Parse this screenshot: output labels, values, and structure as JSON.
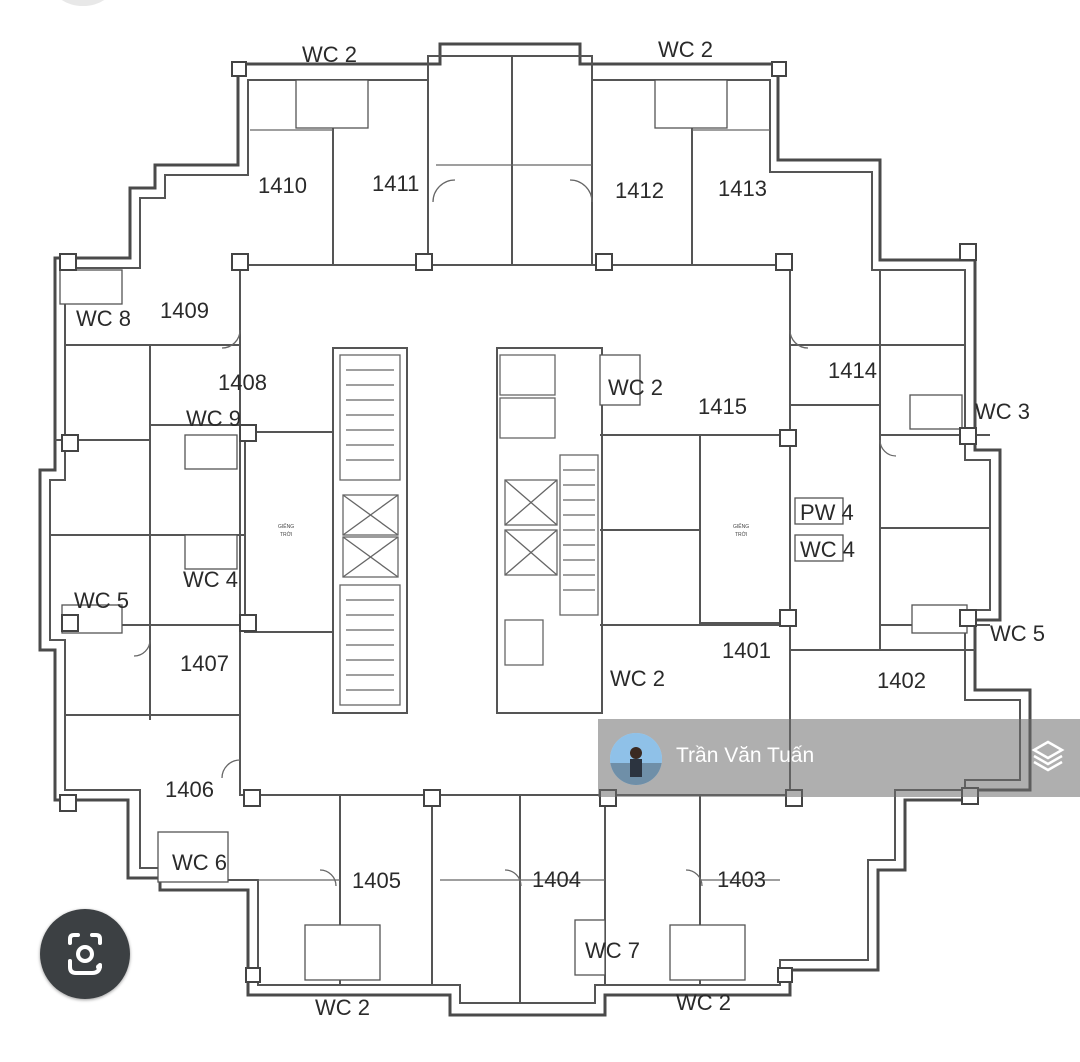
{
  "rooms": [
    {
      "id": "1401",
      "label": "1401"
    },
    {
      "id": "1402",
      "label": "1402"
    },
    {
      "id": "1403",
      "label": "1403"
    },
    {
      "id": "1404",
      "label": "1404"
    },
    {
      "id": "1405",
      "label": "1405"
    },
    {
      "id": "1406",
      "label": "1406"
    },
    {
      "id": "1407",
      "label": "1407"
    },
    {
      "id": "1408",
      "label": "1408"
    },
    {
      "id": "1409",
      "label": "1409"
    },
    {
      "id": "1410",
      "label": "1410"
    },
    {
      "id": "1411",
      "label": "1411"
    },
    {
      "id": "1412",
      "label": "1412"
    },
    {
      "id": "1413",
      "label": "1413"
    },
    {
      "id": "1414",
      "label": "1414"
    },
    {
      "id": "1415",
      "label": "1415"
    }
  ],
  "wc_labels": {
    "wc2_top_left": "WC 2",
    "wc2_top_right": "WC 2",
    "wc8": "WC 8",
    "wc9": "WC 9",
    "wc4_left": "WC 4",
    "wc5_left": "WC 5",
    "wc6": "WC 6",
    "wc2_bottom_left": "WC 2",
    "wc7": "WC 7",
    "wc2_bottom_right": "WC 2",
    "wc2_center_top": "WC 2",
    "wc2_center_bottom": "WC 2",
    "wc3": "WC 3",
    "wc5_right": "WC 5",
    "pw4": "PW 4",
    "wc4_right": "WC 4"
  },
  "watermark": {
    "name": "Trần Văn Tuấn"
  },
  "icons": {
    "layers": "layers-icon",
    "lens": "google-lens-icon",
    "avatar": "avatar"
  }
}
